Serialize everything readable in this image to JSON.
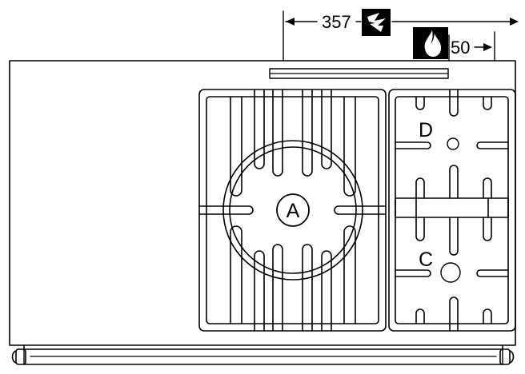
{
  "dimensions": {
    "width_label": "357",
    "offset_label": "50"
  },
  "icons": {
    "electric": "lightning-icon",
    "gas": "flame-icon"
  },
  "burners": {
    "large": "A",
    "top_right": "D",
    "bottom_right": "C"
  },
  "colors": {
    "line": "#000000",
    "background": "#ffffff"
  }
}
